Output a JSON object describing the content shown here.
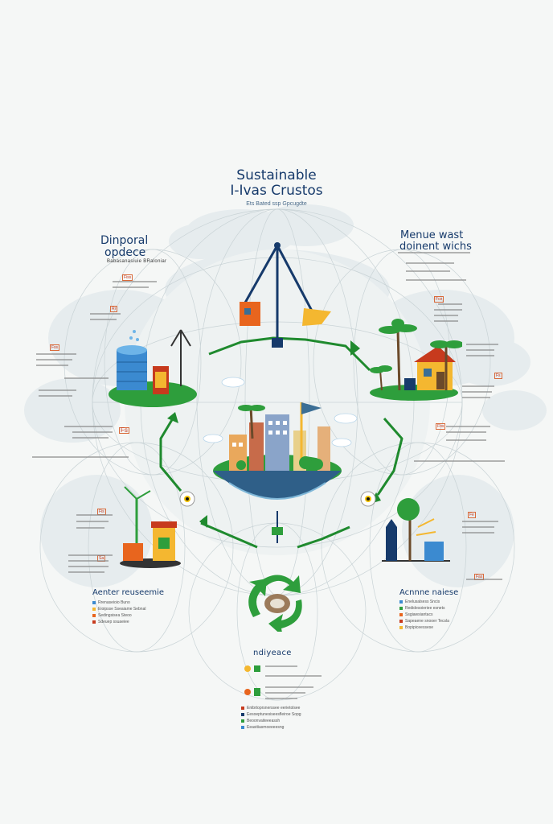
{
  "header": {
    "title_line1": "Sustainable",
    "title_line2": "I-Ivas Crustos",
    "subtitle": "Ets Bated ssp Gpcugdte"
  },
  "left_section": {
    "title_line1": "Dinporal",
    "title_line2": "opdece",
    "subtitle": "Babasanasiuie BRaloniar"
  },
  "right_section": {
    "title_line1": "Menue wast",
    "title_line2": "doinent wichs"
  },
  "bottom_left": {
    "title": "Aenter reuseemie",
    "items": [
      "Rrenaseioio Buno",
      "Eioipsse Sseaiame Sebnal",
      "Sedingsisea Steoo",
      "Sdeuep ssuaeiee"
    ]
  },
  "bottom_right": {
    "title": "Acnnne naiese",
    "items": [
      "Enelusalsess Sncis",
      "Redidesoieriee esnets",
      "Ssgiawsiantacs",
      "Sapeaene snooer Tecsla",
      "Bopipiceessese"
    ]
  },
  "footer": {
    "title": "ndiyeace",
    "items": [
      "Enibrtoprsnerssee eerietolsee",
      "Eesoeptunesiseesfleiroe Sopg",
      "Beoonvaiteeeassh",
      "Eeasitiasmoeeeesng"
    ]
  },
  "labels": {
    "l1": "Fiss",
    "l2": "Ri",
    "l3": "Fss",
    "l4": "Fs",
    "l5": "Fis",
    "l6": "Sa",
    "l7": "Fce",
    "l8": "Fs",
    "l9": "Fbs",
    "l10": "Fe",
    "l11": "Fas"
  },
  "colors": {
    "navy": "#163a6b",
    "green": "#1f8a2e",
    "leaf": "#2e9e3c",
    "water": "#3b6e95",
    "cloud": "#e3eaec",
    "orange": "#e8651e",
    "yellow": "#f4b730"
  }
}
